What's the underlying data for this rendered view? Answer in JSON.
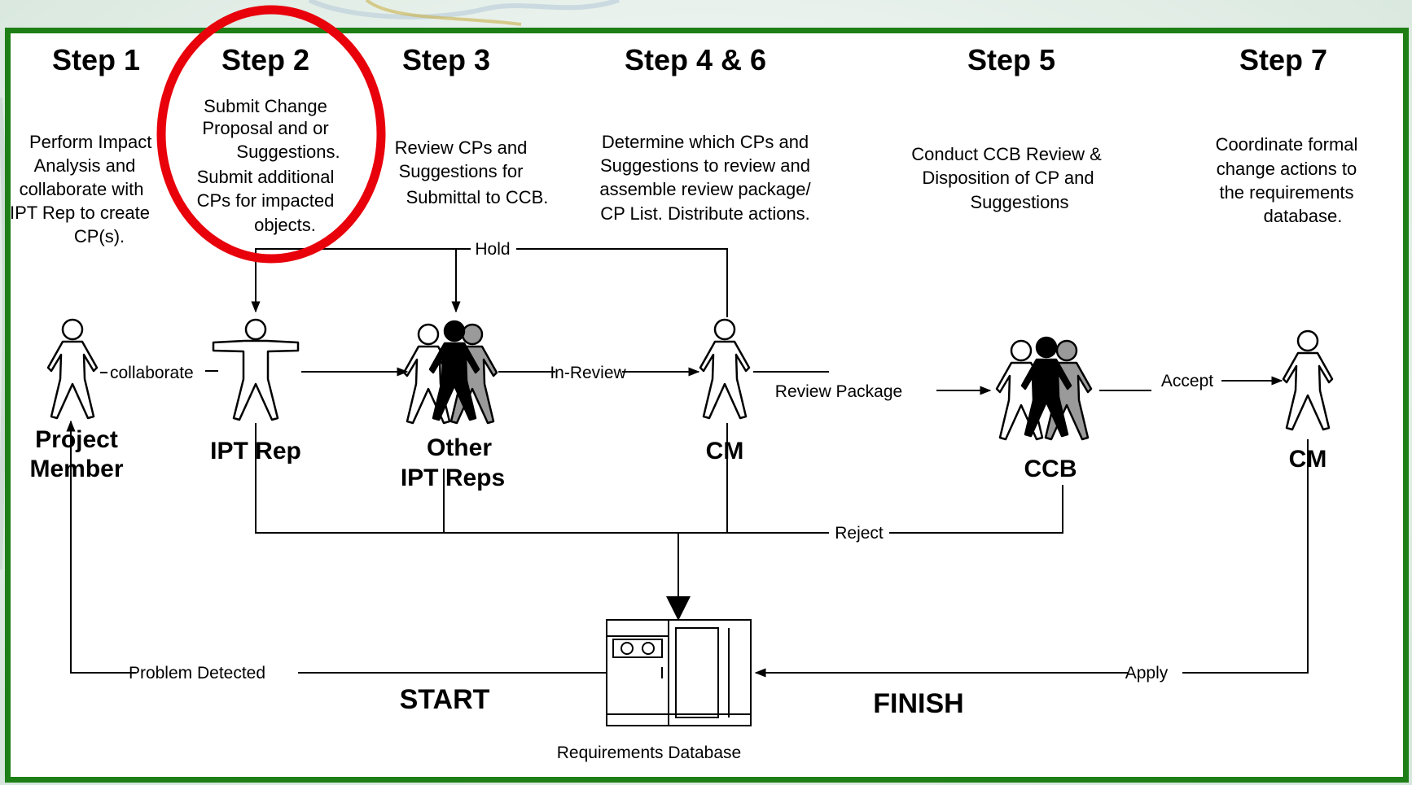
{
  "colors": {
    "frame": "#1d7f16",
    "highlight": "#e8000b",
    "background": "#ffffff"
  },
  "steps": [
    {
      "label": "Step 1",
      "lines": [
        "Perform Impact",
        "Analysis and",
        "collaborate with",
        "IPT Rep to create",
        "CP(s)."
      ]
    },
    {
      "label": "Step 2",
      "lines": [
        "Submit Change",
        "Proposal and or",
        "Suggestions.",
        "Submit additional",
        "CPs for impacted",
        "objects."
      ]
    },
    {
      "label": "Step 3",
      "lines": [
        "Review CPs and",
        "Suggestions for",
        "Submittal to CCB."
      ]
    },
    {
      "label": "Step 4 & 6",
      "lines": [
        "Determine which CPs and",
        "Suggestions to review and",
        "assemble review package/",
        "CP List. Distribute actions."
      ]
    },
    {
      "label": "Step 5",
      "lines": [
        "Conduct CCB Review &",
        "Disposition of CP and",
        "Suggestions"
      ]
    },
    {
      "label": "Step 7",
      "lines": [
        "Coordinate formal",
        "change actions to",
        "the requirements",
        "database."
      ]
    }
  ],
  "actors": {
    "project_member": [
      "Project",
      "Member"
    ],
    "ipt_rep": "IPT Rep",
    "other_ipt_reps": [
      "Other",
      "IPT Reps"
    ],
    "cm_review": "CM",
    "ccb": "CCB",
    "cm_final": "CM"
  },
  "flows": {
    "collaborate": "collaborate",
    "hold": "Hold",
    "in_review": "In-Review",
    "review_package": "Review Package",
    "accept": "Accept",
    "reject": "Reject",
    "problem_detected": "Problem Detected",
    "apply": "Apply",
    "start": "START",
    "finish": "FINISH"
  },
  "database": {
    "label": "Requirements Database"
  }
}
